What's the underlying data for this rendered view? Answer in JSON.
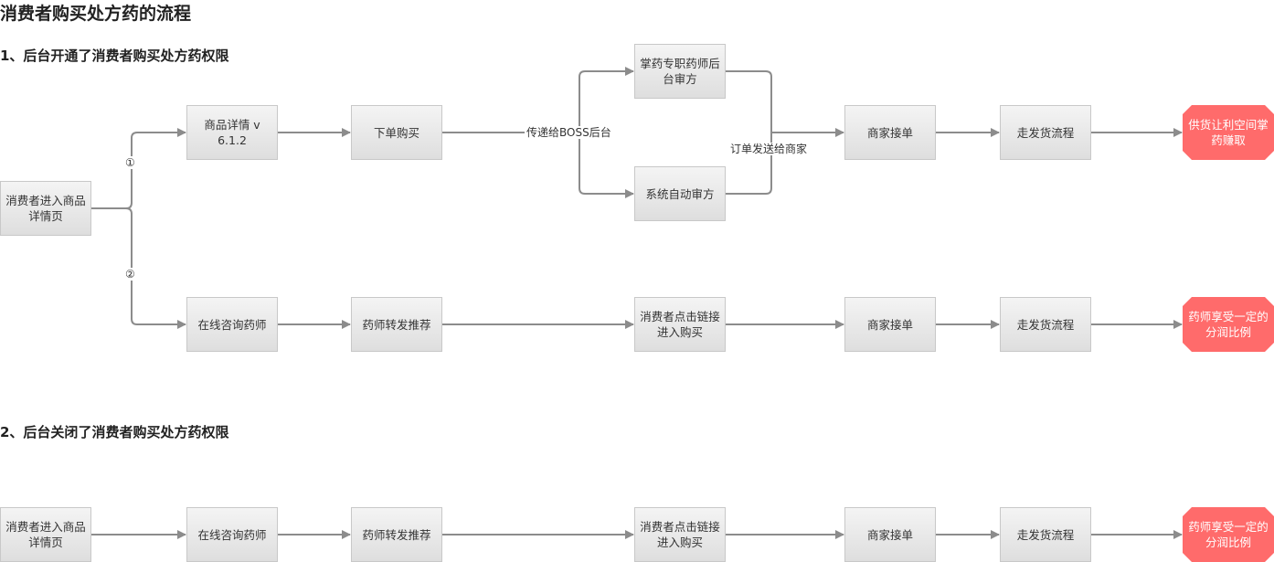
{
  "title": "消费者购买处方药的流程",
  "section1": "1、后台开通了消费者购买处方药权限",
  "section2": "2、后台关闭了消费者购买处方药权限",
  "nodes": {
    "enter1": "消费者进入商品详情页",
    "detail": "商品详情 v 6.1.2",
    "order": "下单购买",
    "pharma_review": "掌药专职药师后台审方",
    "auto_review": "系统自动审方",
    "accept1": "商家接单",
    "ship1": "走发货流程",
    "end1": "供货让利空间掌药赚取",
    "consult1": "在线咨询药师",
    "recommend1": "药师转发推荐",
    "click1": "消费者点击链接进入购买",
    "accept2": "商家接单",
    "ship2": "走发货流程",
    "end2": "药师享受一定的分润比例",
    "enter3": "消费者进入商品详情页",
    "consult3": "在线咨询药师",
    "recommend3": "药师转发推荐",
    "click3": "消费者点击链接进入购买",
    "accept3": "商家接单",
    "ship3": "走发货流程",
    "end3": "药师享受一定的分润比例"
  },
  "labels": {
    "branch1": "①",
    "branch2": "②",
    "to_boss": "传递给BOSS后台",
    "to_merchant": "订单发送给商家"
  }
}
